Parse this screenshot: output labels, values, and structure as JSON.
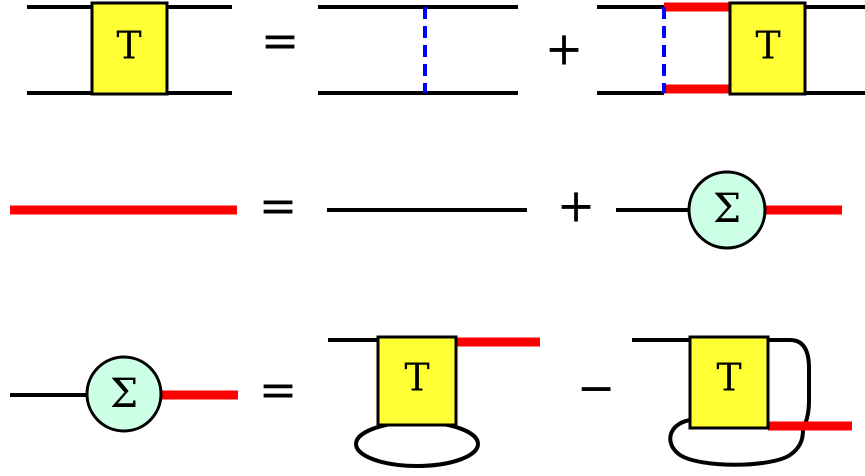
{
  "symbols": {
    "t_matrix": "T",
    "self_energy": "Σ",
    "equals": "=",
    "plus": "+",
    "minus": "−"
  },
  "colors": {
    "bare_line": "#000000",
    "dressed_line": "#ff0000",
    "interaction_line": "#0000ff",
    "t_box_fill": "#ffff33",
    "sigma_fill": "#ccffe6",
    "outline": "#000000"
  },
  "icons": {
    "t_box": "square-box",
    "sigma_bubble": "circle",
    "interaction": "dashed-vertical-line",
    "loop": "ellipse"
  }
}
